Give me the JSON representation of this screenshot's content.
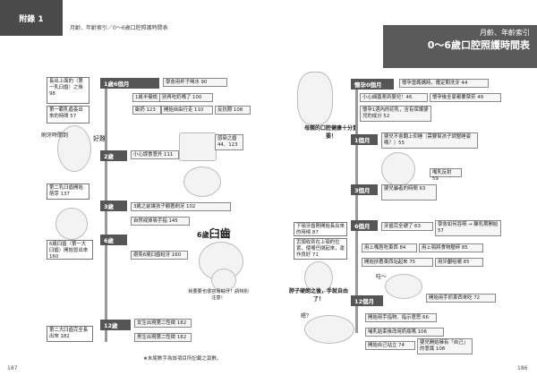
{
  "header": {
    "tab_label": "附錄 1",
    "breadcrumb": "月齡、年齡索引／0～6歲口腔照護時間表",
    "title_sub": "月齡、年齡索引",
    "title_main": "0～6歲口腔照護時間表"
  },
  "left_page": {
    "notes_left": [
      "長出上面的（第一乳臼齒）之後 98",
      "第一顆乳齒長出來的時間 57",
      "第二乳臼齒開始萌芽 137",
      "6歲臼齒（第一大臼齒）開始冒出來 160",
      "第二大臼齒完全長出來 182"
    ],
    "ages": [
      "1歲6個月",
      "2歲",
      "3歲",
      "6歲",
      "12歲"
    ],
    "items_1y6m": [
      "學會用杯子喝水 90",
      "1歲半健檢 116",
      "別再吃奶嘴了 100",
      "斷奶 123",
      "開始自由行走 110",
      "反抗期 108"
    ],
    "items_2y": [
      "小心誤食意外 111",
      "感染之齒 44、123"
    ],
    "items_3y": [
      "3歲之前讓孩子躺著刷牙 102",
      "自然戒掉吸手指 145"
    ],
    "items_6y": [
      "避免6歲臼齒蛀牙 160"
    ],
    "items_12y": [
      "女生出現第二性徵 182",
      "男生出現第二性徵 182"
    ],
    "decor_6y_label": "6歲臼齒",
    "decor_6y_badge": "6歲",
    "decor_6y_main": "臼齒",
    "speech_6y": "我要要也很容易蛀牙！請特別注意！",
    "handwriting": "好難",
    "handwriting2": "刷牙時間到",
    "footnote": "★末尾數字為該項目所記載之頁數。",
    "page_number": "187"
  },
  "right_page": {
    "ages": [
      "懷孕0個月",
      "1個月",
      "3個月",
      "6個月",
      "12個月"
    ],
    "items_pregnancy": [
      "懷孕當媽媽時，應定期洗牙 44",
      "小心細菌爬到嬰兒！46",
      "懷孕後全家都要禁菸 49",
      "懷孕1週內的初乳，含有保護嬰兒的成分 52"
    ],
    "pregnancy_caption": "母親的口腔健康十分重要！",
    "items_1m": [
      "嬰兒不會翻上仰睡（需要幫孩子調整睡姿嗎？）55",
      "嘴乳反射 59"
    ],
    "items_3m": [
      "嬰兒屬者的時間 63"
    ],
    "notes_left": [
      "下顎牙齒剛開始長出來的時候 87",
      "舌頭收到在上顎的位置，使嘴巴閉起來，運作良好 71"
    ],
    "items_6m": [
      "牙齒完全硬了 63",
      "學會如何吞嚥 → 離乳期開始 57",
      "用上嘴唇吃東西 84",
      "用上顎將食物壓碎 85",
      "開始扶著東西站起來 75",
      "用牙齦咀嚼 85"
    ],
    "caption_6m": "脖子硬朗之後，手就自由了！",
    "caption_wow": "哇～",
    "items_12m": [
      "開始用手抓東西來吃 72",
      "開始用手指物、指示意思 66",
      "哺乳結束後改用奶瓶嗎 106",
      "開始自己站立 74",
      "嬰兒開始擁有「自己」的意識 108"
    ],
    "caption_cry": "嗯？",
    "page_number": "186"
  }
}
